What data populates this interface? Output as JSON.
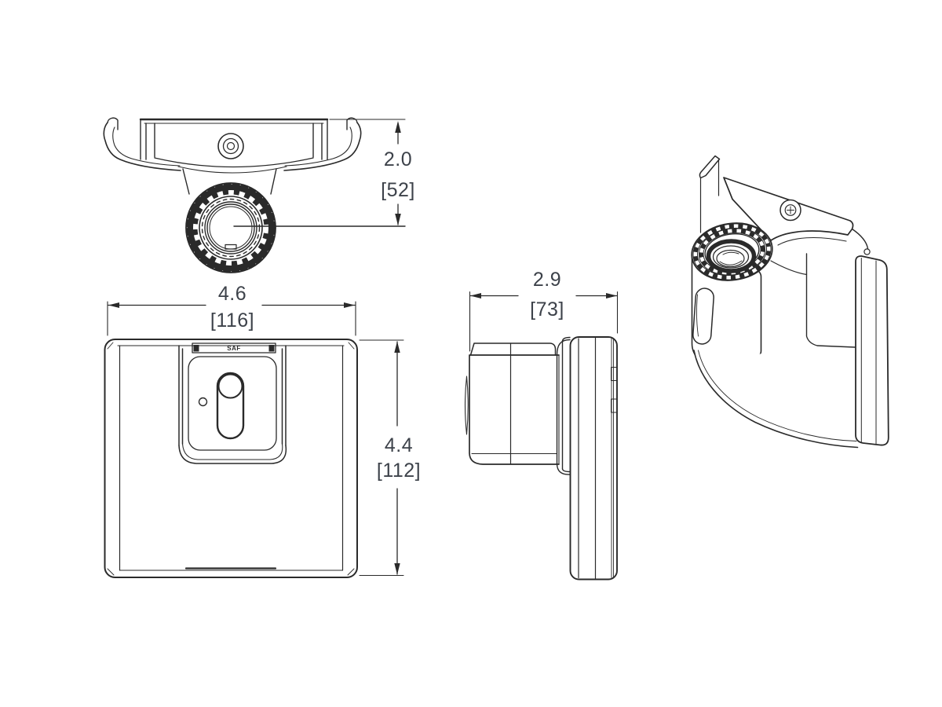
{
  "colors": {
    "background": "#ffffff",
    "line": "#2a2a2a",
    "dim_text": "#3d424a"
  },
  "dims": {
    "mount_height": {
      "in": "2.0",
      "mm": "[52]"
    },
    "body_width": {
      "in": "4.6",
      "mm": "[116]"
    },
    "body_height": {
      "in": "4.4",
      "mm": "[112]"
    },
    "depth": {
      "in": "2.9",
      "mm": "[73]"
    }
  },
  "labels": {
    "plate_logo": "SAF"
  }
}
